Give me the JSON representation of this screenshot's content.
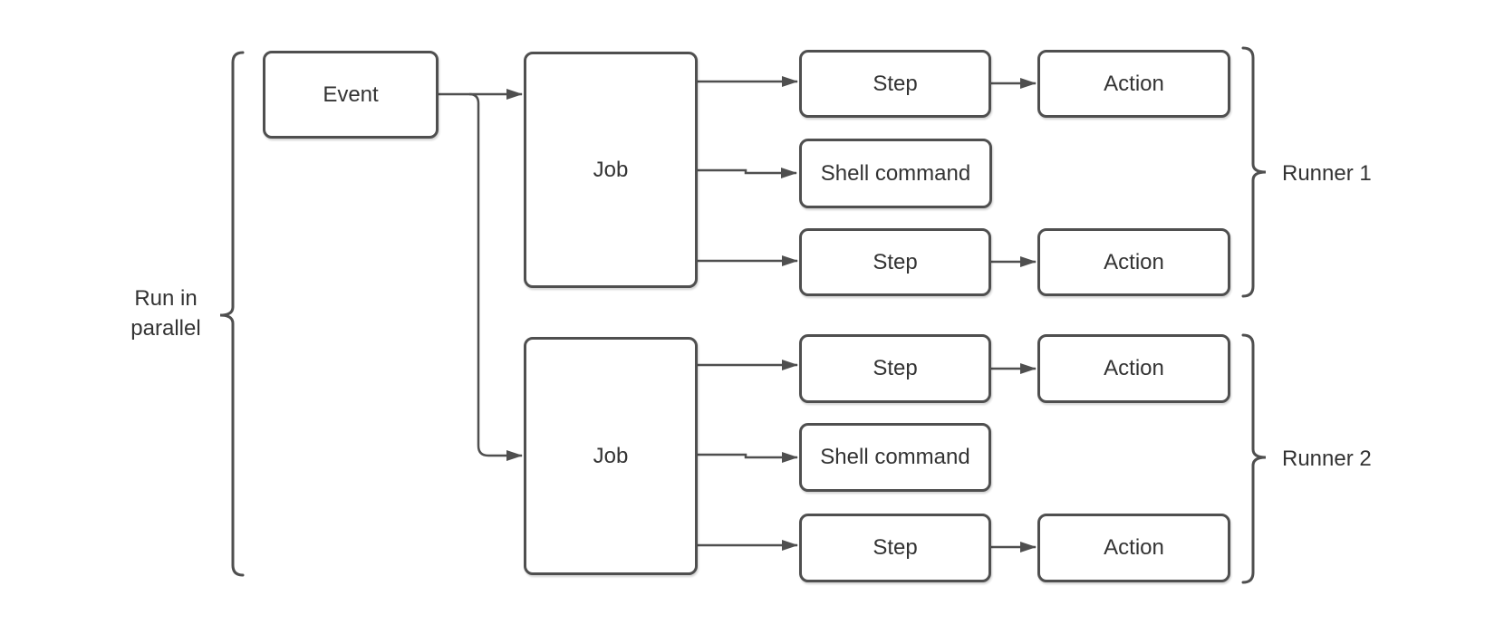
{
  "colors": {
    "stroke-color": "#4f4f4f",
    "text-color": "#333333",
    "fill-color": "#ffffff"
  },
  "diagram": {
    "type": "flowchart",
    "left_brace_label": {
      "line1": "Run in",
      "line2": "parallel"
    },
    "nodes": {
      "event": {
        "label": "Event"
      },
      "job1": {
        "label": "Job"
      },
      "job2": {
        "label": "Job"
      },
      "step1": {
        "label": "Step"
      },
      "shell1": {
        "label": "Shell command"
      },
      "step2": {
        "label": "Step"
      },
      "action1": {
        "label": "Action"
      },
      "action2": {
        "label": "Action"
      },
      "step3": {
        "label": "Step"
      },
      "shell2": {
        "label": "Shell command"
      },
      "step4": {
        "label": "Step"
      },
      "action3": {
        "label": "Action"
      },
      "action4": {
        "label": "Action"
      }
    },
    "runners": {
      "runner1": {
        "label": "Runner 1"
      },
      "runner2": {
        "label": "Runner 2"
      }
    },
    "edges": [
      "event -> job1",
      "event -> job2",
      "job1 -> step1",
      "job1 -> shell1",
      "job1 -> step2",
      "step1 -> action1",
      "step2 -> action2",
      "job2 -> step3",
      "job2 -> shell2",
      "job2 -> step4",
      "step3 -> action3",
      "step4 -> action4"
    ]
  }
}
